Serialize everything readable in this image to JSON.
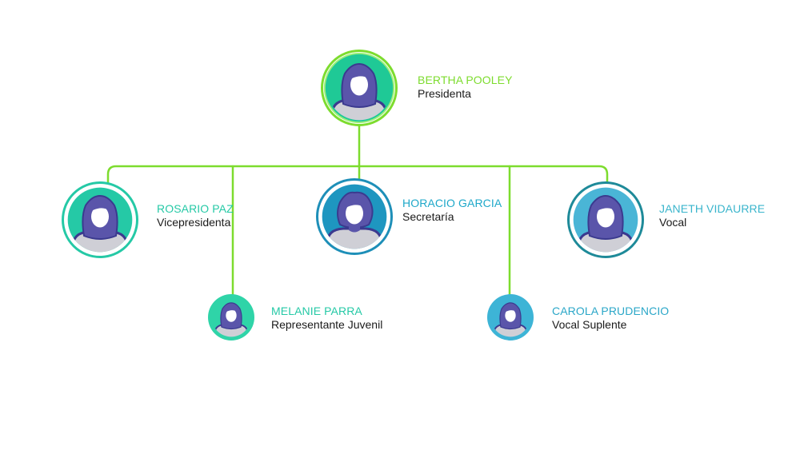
{
  "colors": {
    "connector": "#7ddc2e",
    "avatar_body": "#5a55aa",
    "avatar_outline": "#3b3a8f",
    "avatar_face": "#ffffff",
    "avatar_shirt": "#cfcfd6"
  },
  "members": [
    {
      "id": "bertha",
      "name": "BERTHA POOLEY",
      "role": "Presidenta",
      "name_color": "#7ddc2e",
      "ring_outer": "#7ddc2e",
      "ring_fill": "#1fc996",
      "hair": "long",
      "size": "large"
    },
    {
      "id": "rosario",
      "name": "ROSARIO PAZ",
      "role": "Vicepresidenta",
      "name_color": "#25c9a6",
      "ring_outer": "#25c9a6",
      "ring_fill": "#25c9a6",
      "hair": "long",
      "size": "large"
    },
    {
      "id": "horacio",
      "name": "HORACIO GARCIA",
      "role": "Secretaría",
      "name_color": "#1ea8c9",
      "ring_outer": "#1e8fb8",
      "ring_fill": "#1e96c0",
      "hair": "curly",
      "size": "large"
    },
    {
      "id": "janeth",
      "name": "JANETH VIDAURRE",
      "role": "Vocal",
      "name_color": "#3ab5cc",
      "ring_outer": "#1e8a99",
      "ring_fill": "#4ab5d6",
      "hair": "long",
      "size": "large"
    },
    {
      "id": "melanie",
      "name": "MELANIE PARRA",
      "role": "Representante Juvenil",
      "name_color": "#25c9a6",
      "ring_outer": "#25c9a6",
      "ring_fill": "#2fd4a8",
      "hair": "long",
      "size": "small"
    },
    {
      "id": "carola",
      "name": "CAROLA PRUDENCIO",
      "role": "Vocal Suplente",
      "name_color": "#2ba7c8",
      "ring_outer": "#3db4d6",
      "ring_fill": "#3db4d6",
      "hair": "long",
      "size": "small"
    }
  ]
}
